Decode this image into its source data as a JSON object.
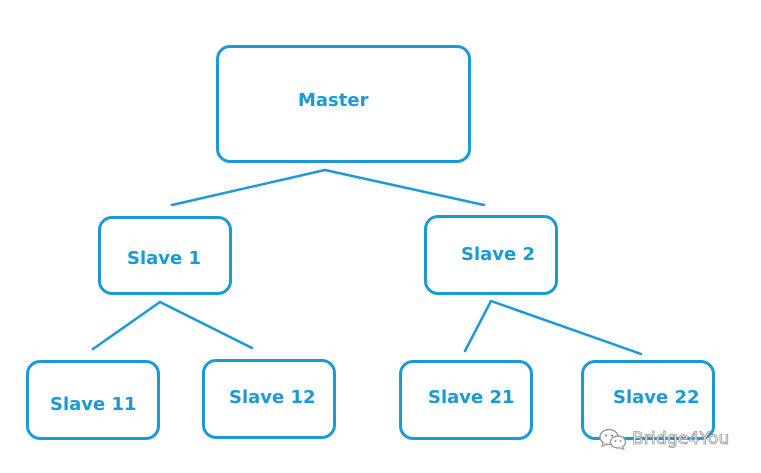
{
  "diagram": {
    "nodes": {
      "master": "Master",
      "slave_1": "Slave 1",
      "slave_2": "Slave 2",
      "slave_11": "Slave 11",
      "slave_12": "Slave 12",
      "slave_21": "Slave 21",
      "slave_22": "Slave 22"
    },
    "edges": [
      {
        "from": "Master",
        "to": "Slave 1"
      },
      {
        "from": "Master",
        "to": "Slave 2"
      },
      {
        "from": "Slave 1",
        "to": "Slave 11"
      },
      {
        "from": "Slave 1",
        "to": "Slave 12"
      },
      {
        "from": "Slave 2",
        "to": "Slave 21"
      },
      {
        "from": "Slave 2",
        "to": "Slave 22"
      }
    ]
  },
  "watermark": {
    "text": "Bridge4You",
    "icon": "wechat-icon"
  },
  "colors": {
    "accent": "#1a9ad6",
    "watermark_outline": "#9a9a9a",
    "background": "#ffffff"
  }
}
